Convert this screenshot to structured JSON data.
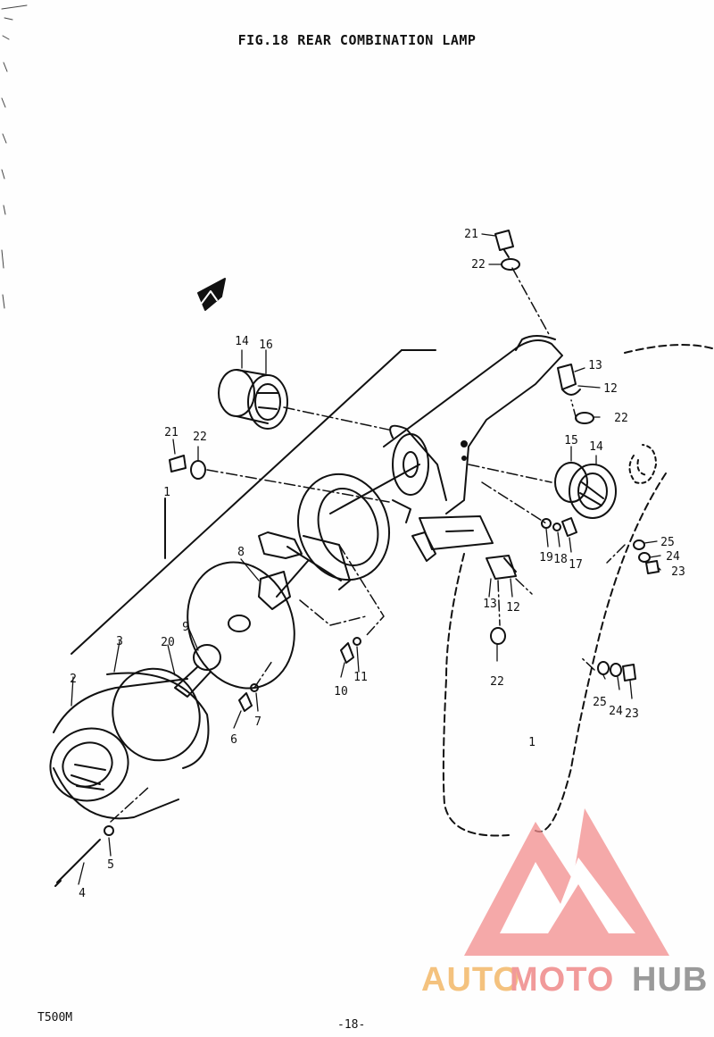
{
  "title": "FIG.18  REAR COMBINATION LAMP",
  "model": "T500M",
  "page_number": "-18-",
  "watermark": {
    "part1": "AUTO",
    "part2": "MOTO",
    "part3": "HUB",
    "color1": "#f4c27e",
    "color2": "#f19a9a",
    "color3": "#9a9a9a",
    "logo_color": "#f28c8c"
  },
  "callouts": {
    "c1": "1",
    "c1b": "1",
    "c2": "2",
    "c3": "3",
    "c4": "4",
    "c5": "5",
    "c6": "6",
    "c7": "7",
    "c8": "8",
    "c9": "9",
    "c10": "10",
    "c11": "11",
    "c12a": "12",
    "c12b": "12",
    "c13a": "13",
    "c13b": "13",
    "c14a": "14",
    "c14b": "14",
    "c15": "15",
    "c16": "16",
    "c17": "17",
    "c18": "18",
    "c19": "19",
    "c20": "20",
    "c21a": "21",
    "c21b": "21",
    "c22a": "22",
    "c22b": "22",
    "c22c": "22",
    "c22d": "22",
    "c23a": "23",
    "c23b": "23",
    "c24a": "24",
    "c24b": "24",
    "c25a": "25",
    "c25b": "25"
  }
}
